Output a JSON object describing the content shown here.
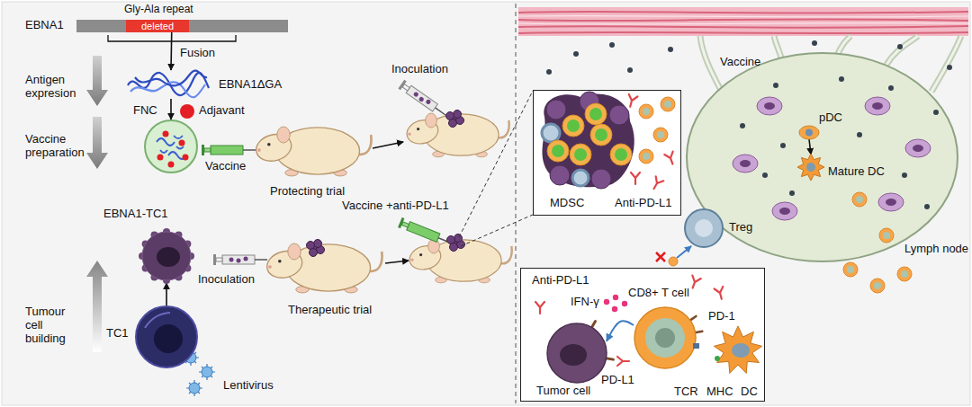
{
  "diagram": {
    "nodes": [
      {
        "text": [
          "EBNA1"
        ]
      },
      {
        "text": [
          "deleted"
        ],
        "in": 0
      },
      {
        "text": [
          "EBNA1ΔGA"
        ]
      },
      {
        "text": [
          "FNC"
        ]
      },
      {
        "text": [
          "Adjavant"
        ]
      },
      {
        "text": [
          "EBNA1-TC1"
        ]
      },
      {
        "text": [
          "TC1"
        ]
      },
      {
        "text": [
          "MDSC",
          "Anti-PD-L1"
        ]
      },
      {
        "text": [
          "Lymph node"
        ]
      },
      {
        "text": [
          "pDC"
        ],
        "in": 8
      },
      {
        "text": [
          "Mature DC"
        ],
        "in": 8
      },
      {
        "text": [
          "Treg"
        ]
      },
      {
        "text": [
          "Anti-PD-L1",
          "IFN-γ"
        ]
      },
      {
        "text": [
          "Tumor cell",
          "PD-L1"
        ],
        "in": 12
      },
      {
        "text": [
          "CD8+ T cell",
          "PD-1",
          "TCR"
        ],
        "in": 12
      },
      {
        "text": [
          "MHC",
          "DC"
        ],
        "in": 12
      }
    ],
    "edges": [
      {
        "from": 0,
        "to": 2,
        "label": "Fusion",
        "arrow": "to"
      },
      {
        "from": 2,
        "to": 3,
        "arrow": "to"
      },
      {
        "from": 6,
        "to": 5,
        "arrow": "to"
      },
      {
        "from": 9,
        "to": 10,
        "arrow": "to"
      },
      {
        "from": 14,
        "to": 13,
        "arrow": "to"
      }
    ],
    "labels": [
      "Gly-Ala repeat",
      "Antigen expresion",
      "Inoculation",
      "Vaccine preparation",
      "Vaccine",
      "Protecting trial",
      "Vaccine +anti-PD-L1",
      "Inoculation",
      "Tumour cell building",
      "Therapeutic trial",
      "Lentivirus",
      "Vaccine"
    ]
  }
}
